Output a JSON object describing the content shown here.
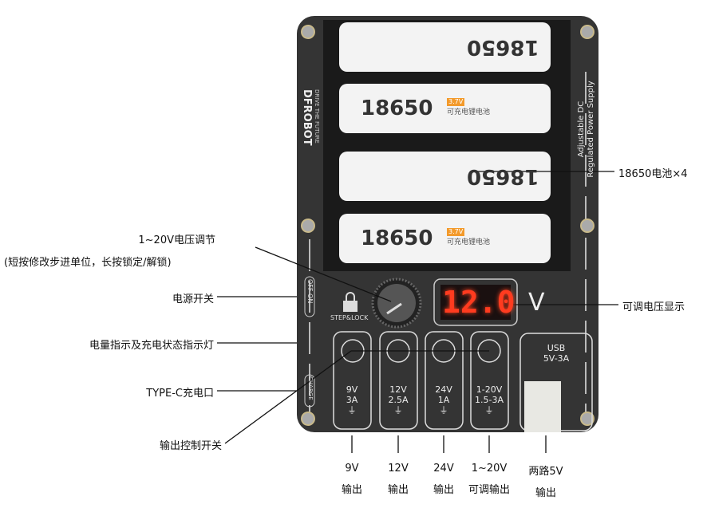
{
  "board": {
    "brand": "DFROBOT",
    "slogan": "DRIVE THE FUTURE",
    "product_line1": "Adjustable DC",
    "product_line2": "Regulated Power Supply",
    "battery_model": "18650",
    "battery_voltage": "3.7V",
    "battery_text": "可充电锂电池",
    "switch_label": "OFF ON",
    "charge_label": "CHARGE",
    "step_lock": "STEP&LOCK",
    "display_value": "12.0",
    "display_unit": "V",
    "ports": [
      {
        "v": "9V",
        "a": "3A"
      },
      {
        "v": "12V",
        "a": "2.5A"
      },
      {
        "v": "24V",
        "a": "1A"
      },
      {
        "v": "1-20V",
        "a": "1.5-3A"
      }
    ],
    "usb_line1": "USB",
    "usb_line2": "5V-3A"
  },
  "callouts": {
    "voltage_adjust": "1~20V电压调节",
    "voltage_adjust_note": "(短按修改步进单位，长按锁定/解锁)",
    "power_switch": "电源开关",
    "indicator": "电量指示及充电状态指示灯",
    "typec": "TYPE-C充电口",
    "output_control": "输出控制开关",
    "batteries": "18650电池×4",
    "display": "可调电压显示"
  },
  "outputs": [
    {
      "top": "9V",
      "bottom": "输出"
    },
    {
      "top": "12V",
      "bottom": "输出"
    },
    {
      "top": "24V",
      "bottom": "输出"
    },
    {
      "top": "1~20V",
      "bottom": "可调输出"
    },
    {
      "top": "两路5V",
      "bottom": "输出"
    }
  ]
}
